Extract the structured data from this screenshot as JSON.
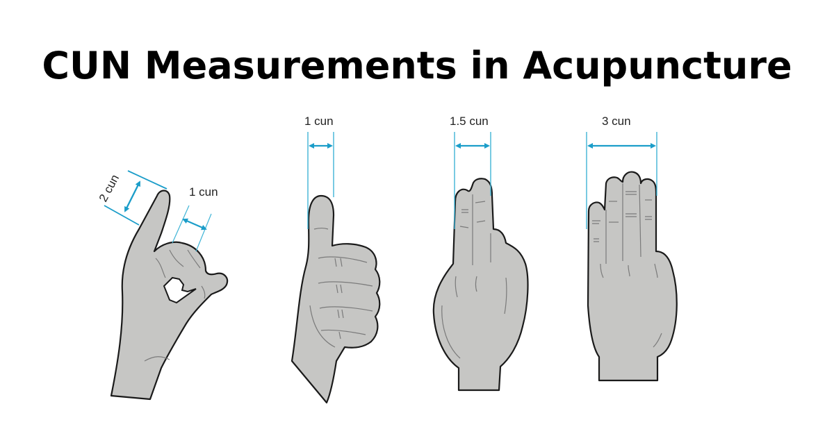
{
  "title": "CUN Measurements in Acupuncture",
  "colors": {
    "skin": "#c6c6c4",
    "outline": "#1a1a1a",
    "crease": "#7a7a7a",
    "measure": "#1b9dc9",
    "guide": "#3fb4d6",
    "background": "#ffffff"
  },
  "figures": [
    {
      "id": "bent-middle-finger",
      "labels": [
        "2 cun",
        "1 cun"
      ],
      "description": "Hand with middle finger bent touching thumb; index finger length marked 2 cun, middle phalanx width 1 cun"
    },
    {
      "id": "thumb-width",
      "labels": [
        "1 cun"
      ],
      "description": "Thumbs-up fist; thumb width marked 1 cun"
    },
    {
      "id": "two-fingers",
      "labels": [
        "1.5 cun"
      ],
      "description": "Index and middle fingers together; width marked 1.5 cun"
    },
    {
      "id": "four-fingers",
      "labels": [
        "3 cun"
      ],
      "description": "Four fingers together; width marked 3 cun"
    }
  ]
}
